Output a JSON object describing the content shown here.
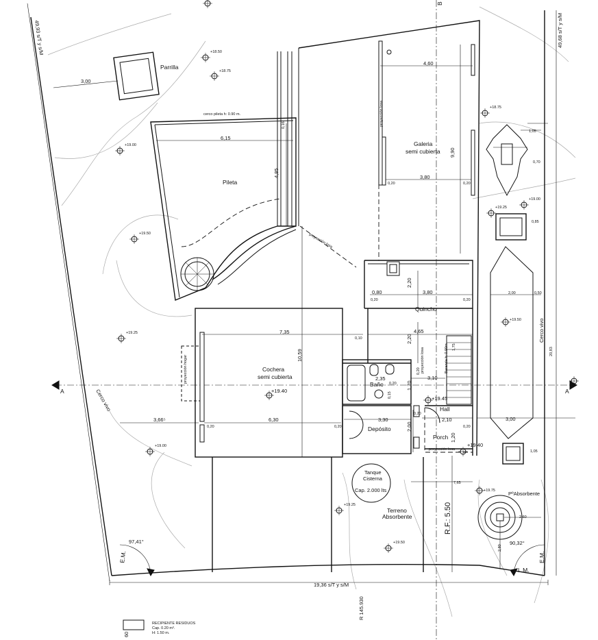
{
  "rooms": {
    "parrilla": "Parrilla",
    "pileta": "Pileta",
    "galeria_1": "Galeria",
    "galeria_2": "semi cubierta",
    "quincho": "Quincho",
    "cochera_1": "Cochera",
    "cochera_2": "semi cubierta",
    "bano": "Baño",
    "hall": "Hall",
    "deposito": "Depósito",
    "porch": "Porch",
    "tanque_1": "Tanque",
    "tanque_2": "Cisterna",
    "tanque_3": "Cap. 2.000 lts",
    "terreno_1": "Terreno",
    "terreno_2": "Absorbente",
    "pozo": "PºAbsorbente"
  },
  "notes": {
    "cerco_pileta": "cerco pileta h: 0.90 m.",
    "proyeccion_losa": "proyección losa",
    "proyeccion_hogar": "proyección hogar",
    "cerco_vivo": "Cerco vivo",
    "baranda": "Baranda h: 0.90m",
    "proy_losa_short": "proyección losa",
    "em": "E.M.",
    "lm": "L.M.",
    "rf": "R.F.:  5.50",
    "r_label": "R 145.930",
    "axis_a": "A",
    "axis_b": "B",
    "recipiente_title": "RECIPIENTE RESIDUOS",
    "recipiente_cap": "Cap. 0.20 m³.",
    "recipiente_h": "H: 1.50 m.",
    "recipiente_dim": "60"
  },
  "lot": {
    "left_side": "49,93 s/T y s/M",
    "right_side": "49,68 s/T y s/M",
    "front": "19,36 s/T y s/M",
    "angle_left": "97,41°",
    "angle_right": "90,32°"
  },
  "levels": {
    "l1": "+18.50",
    "l2": "+18.75",
    "l3": "+19.00",
    "l4": "+19.50",
    "l5": "+19.25",
    "l6": "+19.40",
    "l7": "+18.75",
    "l8": "+19.25",
    "l9": "+19.00",
    "l10": "+19.50",
    "l11": "+19.45",
    "l12": "+19.40",
    "l13": "+19.00",
    "l14": "+19.25",
    "l15": "+19.50",
    "l16": "+19.75"
  },
  "dims": {
    "d300": "3,00",
    "d615": "6,15",
    "d485": "4,85",
    "d460": "4,60",
    "d990": "9,90",
    "d380a": "3,80",
    "d080": "0,80",
    "d380b": "3,80",
    "d220a": "2,20",
    "d735": "7,35",
    "d465": "4,65",
    "d220b": "2,20",
    "d1059": "10,59",
    "d170": "1,70",
    "d235": "2,35",
    "d310": "3,10",
    "d366": "3,66⁵",
    "d630": "6,30",
    "d330": "3,30",
    "d210": "2,10",
    "d200": "2,00",
    "d300b": "3,00",
    "d120": "1,20",
    "d765": "7,65",
    "d175": "1,75",
    "d105a": "1,05",
    "d070": "0,70",
    "d085": "0,85",
    "d200b": "2,00",
    "d050": "0,50",
    "d2083": "20,83",
    "d105b": "1,05",
    "d260": "2,60",
    "d280": "2,80",
    "d016": "0,16",
    "d020a": "0,20",
    "d020b": "0,20",
    "d020c": "0,20",
    "d020d": "0,20",
    "d020e": "0,20",
    "d020f": "0,20",
    "d010": "0,10",
    "d020g": "0,20",
    "d020h": "0,20",
    "d015": "0,15",
    "d020i": "0,20",
    "d020j": "0,20"
  }
}
